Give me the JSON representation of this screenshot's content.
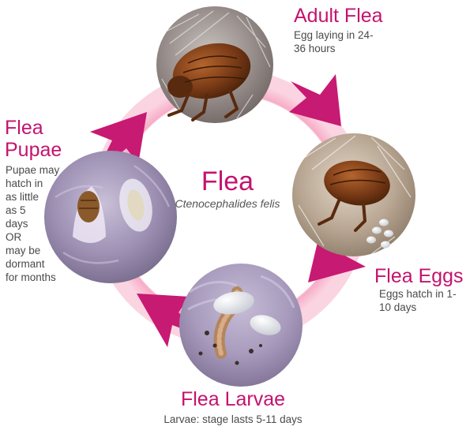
{
  "colors": {
    "accent": "#c4136e",
    "ring": "#f07aa3",
    "ring_light": "#fbdce7",
    "text": "#4a4a4a"
  },
  "center": {
    "title": "Flea",
    "scientific_name": "Ctenocephalides felis"
  },
  "stages": {
    "adult": {
      "title": "Adult Flea",
      "description": "Egg laying in 24-36 hours"
    },
    "eggs": {
      "title": "Flea Eggs",
      "description": "Eggs hatch in 1-10 days"
    },
    "larvae": {
      "title": "Flea Larvae",
      "description": "Larvae: stage lasts 5-11 days"
    },
    "pupae": {
      "title_line1": "Flea",
      "title_line2": "Pupae",
      "description": "Pupae may\nhatch in\nas little\nas 5\ndays\nOR\nmay be\ndormant\nfor months"
    }
  }
}
